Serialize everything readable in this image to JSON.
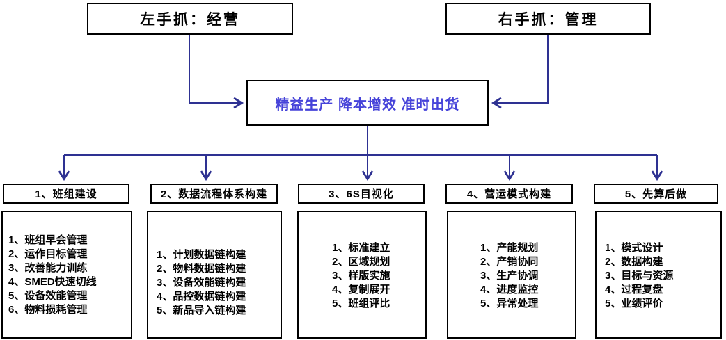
{
  "top_boxes": {
    "left": "左手抓：经营",
    "right": "右手抓：管理"
  },
  "center_box": {
    "label": "精益生产 降本增效 准时出货"
  },
  "colors": {
    "connector_line": "#2E3192",
    "center_text": "#4643D9",
    "box_border": "#000000",
    "text": "#000000",
    "background": "#FFFFFF"
  },
  "columns": [
    {
      "header": "1、班组建设",
      "items": [
        "1、班组早会管理",
        "2、运作目标管理",
        "3、改善能力训练",
        "4、SMED快速切线",
        "5、设备效能管理",
        "6、物料损耗管理"
      ]
    },
    {
      "header": "2、数据流程体系构建",
      "items": [
        "1、计划数据链构建",
        "2、物料数据链构建",
        "3、设备效能链构建",
        "4、品控数据链构建",
        "5、新品导入链构建"
      ]
    },
    {
      "header": "3、6S目视化",
      "items": [
        "1、标准建立",
        "2、区域规划",
        "3、样版实施",
        "4、复制展开",
        "5、班组评比"
      ]
    },
    {
      "header": "4、营运模式构建",
      "items": [
        "1、产能规划",
        "2、产销协同",
        "3、生产协调",
        "4、进度监控",
        "5、异常处理"
      ]
    },
    {
      "header": "5、先算后做",
      "items": [
        "1、模式设计",
        "2、数据构建",
        "3、目标与资源",
        "4、过程复盘",
        "5、业绩评价"
      ]
    }
  ]
}
